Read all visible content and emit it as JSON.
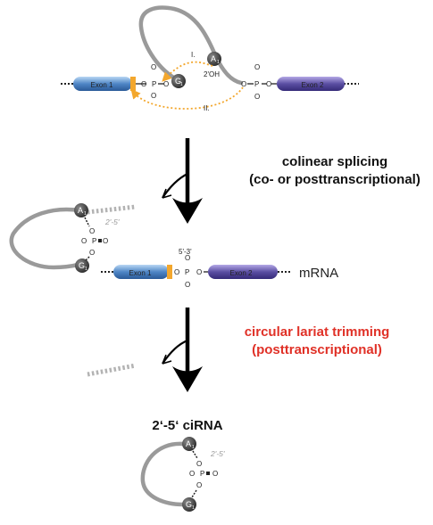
{
  "colors": {
    "lariat_gray": "#9a9a9a",
    "exon1_blue": "#4f86c6",
    "exon2_purple": "#5b4fa3",
    "splice_site_orange": "#f3a72d",
    "trimming_red": "#e03127",
    "arrow_black": "#000000"
  },
  "top": {
    "exon1_label": "Exon 1",
    "exon2_label": "Exon 2",
    "branch_label": "A",
    "branch_sub": "1",
    "terminal_label": "G",
    "terminal_sub": "1",
    "hydroxyl": "2'OH",
    "step_one": "I.",
    "step_two": "II.",
    "phos": "P",
    "oxy": "O",
    "oxy_minus": "O"
  },
  "step1": {
    "line1": "colinear splicing",
    "line2": "(co- or posttranscriptional)"
  },
  "middle": {
    "linkage_lariat": "2'-5'",
    "linkage_mrna": "5'-3'",
    "exon1_label": "Exon 1",
    "exon2_label": "Exon 2",
    "mrna_label": "mRNA"
  },
  "step2": {
    "line1": "circular lariat trimming",
    "line2": "(posttranscriptional)"
  },
  "bottom": {
    "title": "2‘-5‘ ciRNA",
    "linkage": "2'-5'"
  }
}
